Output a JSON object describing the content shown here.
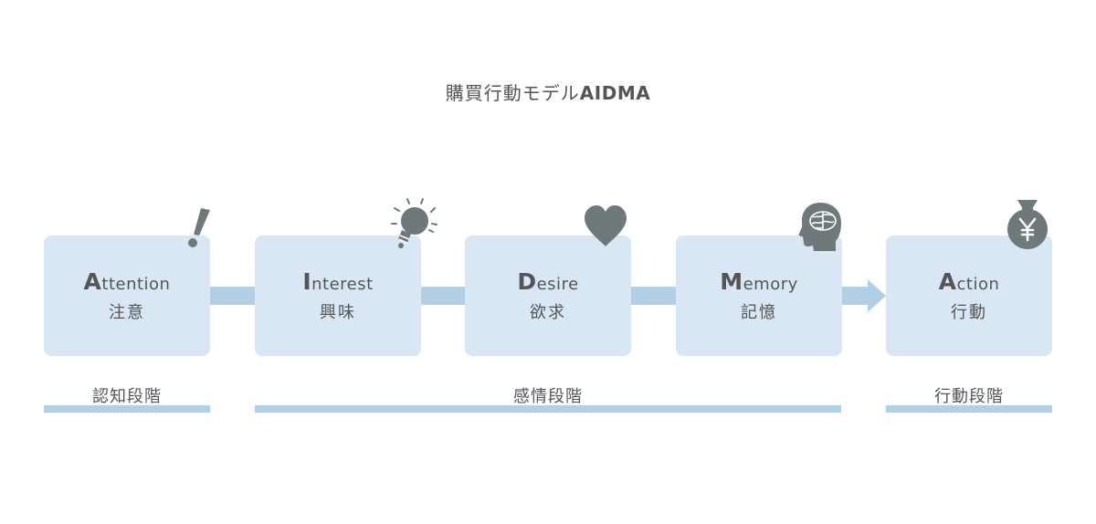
{
  "title": {
    "main": "購買行動モデル",
    "accent": "AIDMA"
  },
  "stages": [
    {
      "initial": "A",
      "rest": "ttention",
      "ja": "注意",
      "icon": "exclamation-icon"
    },
    {
      "initial": "I",
      "rest": "nterest",
      "ja": "興味",
      "icon": "lightbulb-icon"
    },
    {
      "initial": "D",
      "rest": "esire",
      "ja": "欲求",
      "icon": "heart-icon"
    },
    {
      "initial": "M",
      "rest": "emory",
      "ja": "記憶",
      "icon": "brain-head-icon"
    },
    {
      "initial": "A",
      "rest": "ction",
      "ja": "行動",
      "icon": "yen-bag-icon"
    }
  ],
  "phases": [
    {
      "label": "認知段階"
    },
    {
      "label": "感情段階"
    },
    {
      "label": "行動段階"
    }
  ],
  "colors": {
    "box": "#d9e6f3",
    "connector": "#b3cfe6",
    "phase_bar": "#b0d1e3",
    "icon": "#6f787a",
    "text": "#555555"
  }
}
